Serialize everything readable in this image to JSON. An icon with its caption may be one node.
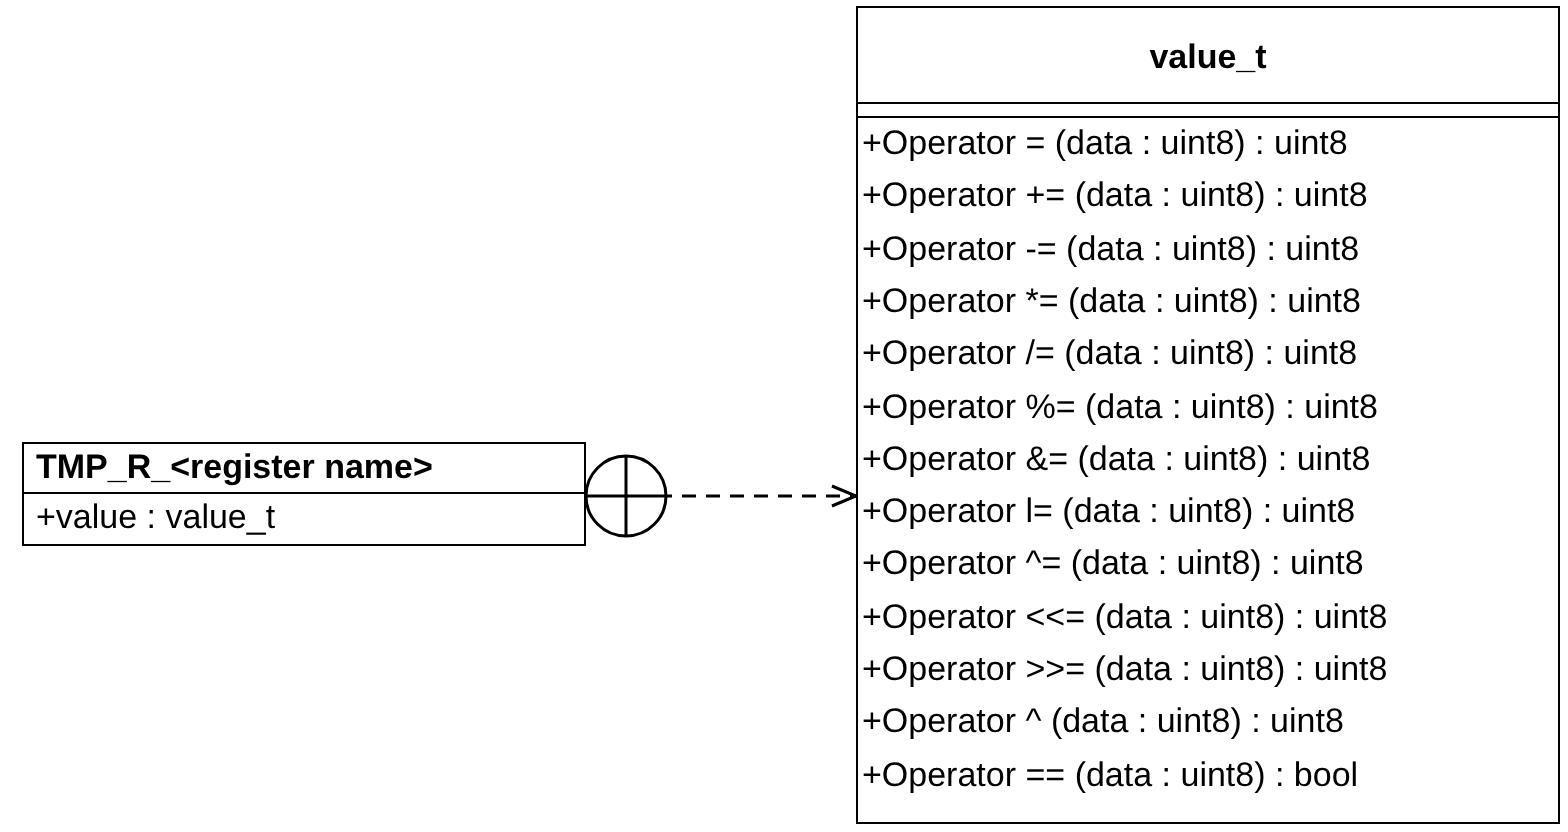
{
  "diagram": {
    "nodes": [
      {
        "text": [
          "TMP_R_<register name>",
          "+value : value_t"
        ]
      },
      {
        "text": [
          "value_t",
          "+Operator = (data : uint8) : uint8",
          "+Operator += (data : uint8) : uint8",
          "+Operator -= (data : uint8) : uint8",
          "+Operator *= (data : uint8) : uint8",
          "+Operator /= (data : uint8) : uint8",
          "+Operator %= (data : uint8) : uint8",
          "+Operator &= (data : uint8) : uint8",
          "+Operator l= (data : uint8) : uint8",
          "+Operator ^= (data : uint8) : uint8",
          "+Operator <<= (data : uint8) : uint8",
          "+Operator >>= (data : uint8) : uint8",
          "+Operator ^ (data : uint8) : uint8",
          "+Operator == (data : uint8) : bool"
        ]
      }
    ],
    "edges": [
      {
        "from": 0,
        "to": 1,
        "arrow": "to",
        "style": "dashed"
      }
    ]
  }
}
